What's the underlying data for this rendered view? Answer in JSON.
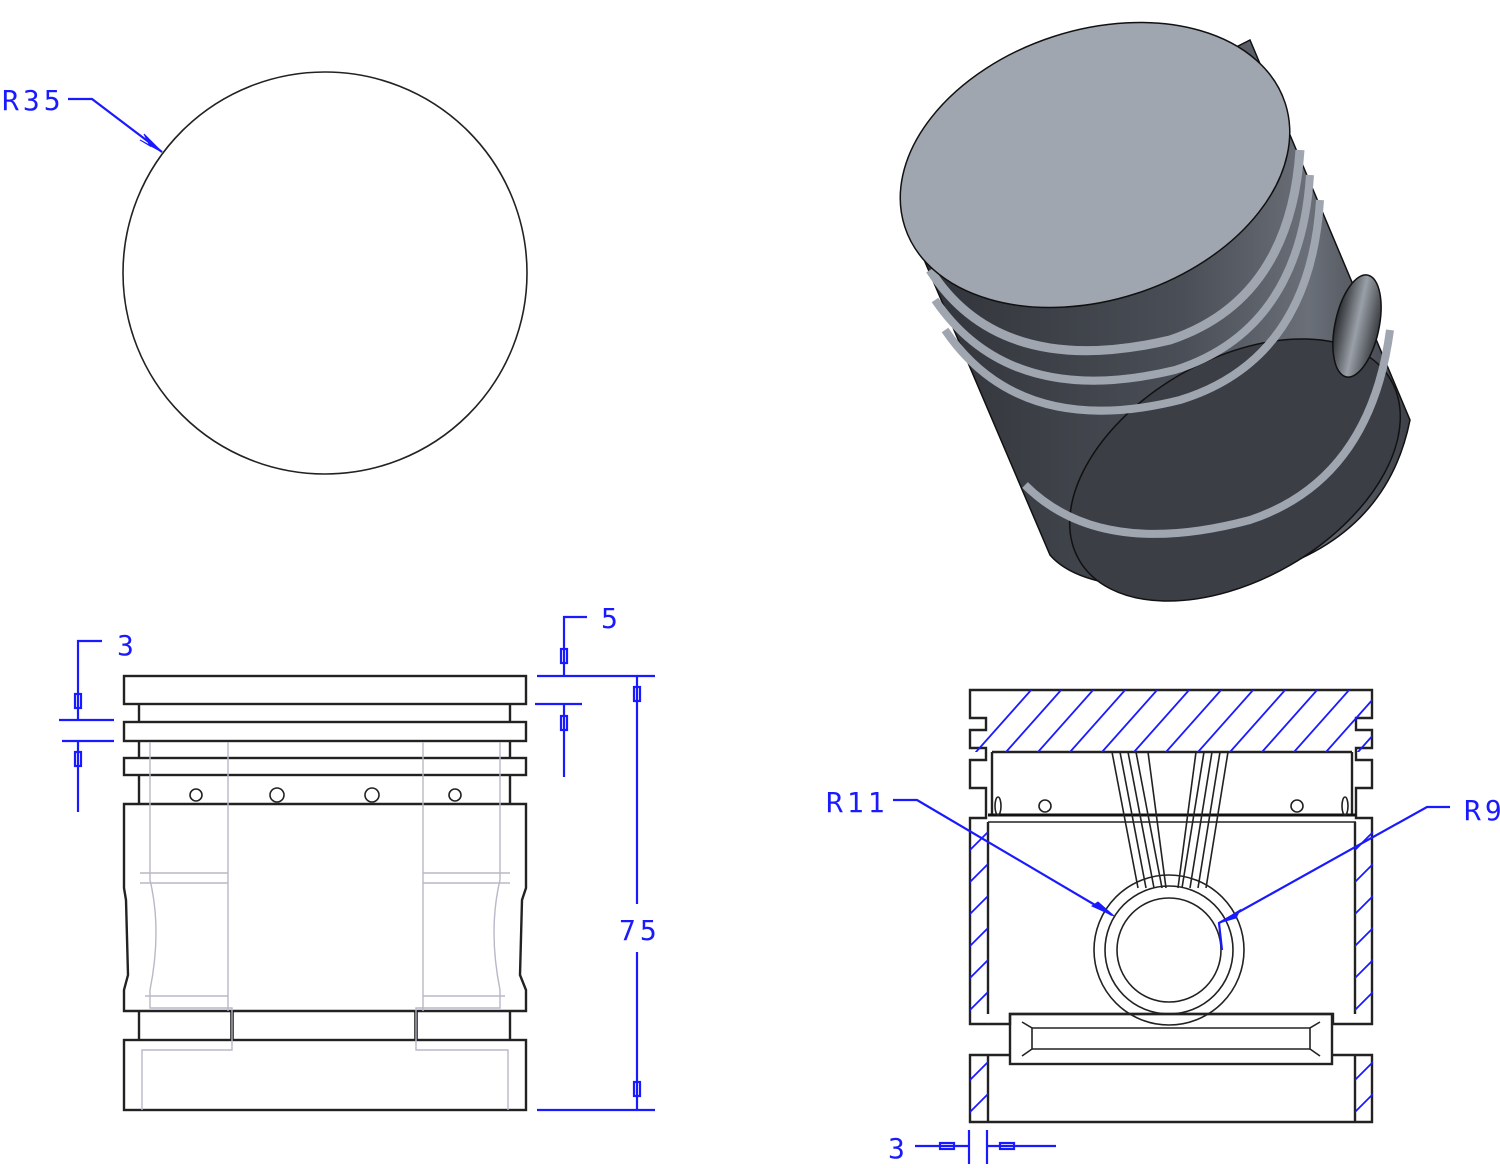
{
  "drawing": {
    "subject": "Piston",
    "views": [
      {
        "id": "top-view",
        "type": "top",
        "shape": "circle"
      },
      {
        "id": "isometric-view",
        "type": "isometric-shaded"
      },
      {
        "id": "front-view",
        "type": "front-elevation"
      },
      {
        "id": "section-view",
        "type": "cross-section"
      }
    ],
    "colors": {
      "dimension": "#1a1aff",
      "object_line": "#222222",
      "hidden_line": "#b8b8c8",
      "shade_light": "#a0a6b0",
      "shade_dark": "#3a3d44"
    }
  },
  "top_view": {
    "radius_label": "R35"
  },
  "front_view": {
    "ring_land_dim": "3",
    "top_land_dim": "5",
    "overall_height_dim": "75",
    "oil_holes": 4
  },
  "section_view": {
    "pin_boss_outer_radius_label": "R11",
    "pin_bore_radius_label": "R9",
    "wall_thickness_dim": "3"
  }
}
